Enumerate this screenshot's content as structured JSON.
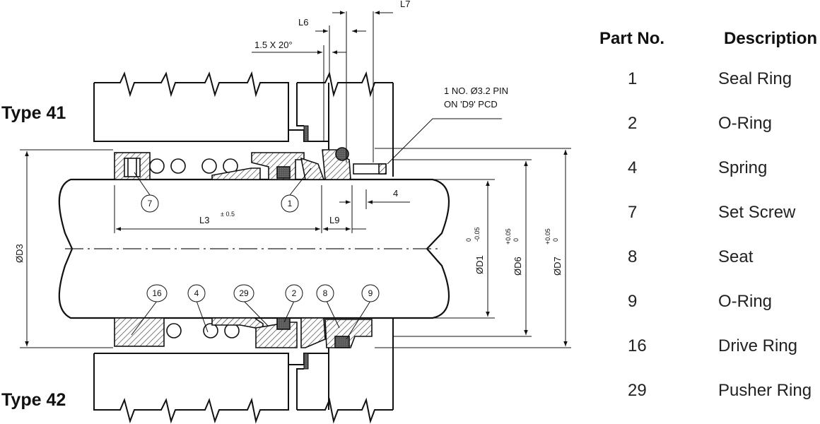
{
  "diagram": {
    "type_labels": {
      "top": "Type 41",
      "bottom": "Type 42"
    },
    "dimensions": {
      "L7": "L7",
      "L6": "L6",
      "chamfer": "1.5 X 20°",
      "pin_note_line1": "1 NO. Ø3.2 PIN",
      "pin_note_line2": "ON 'D9' PCD",
      "four": "4",
      "L3": "L3",
      "L3_tol": "± 0.5",
      "L9": "L9",
      "D3": "ØD3",
      "D1": "ØD1",
      "D1_tol_upper": "0",
      "D1_tol_lower": "-0.05",
      "D6": "ØD6",
      "D6_tol_upper": "+0.05",
      "D6_tol_lower": "0",
      "D7": "ØD7",
      "D7_tol_upper": "+0.05",
      "D7_tol_lower": "0"
    },
    "callouts_top": [
      "7",
      "1"
    ],
    "callouts_bottom": [
      "16",
      "4",
      "29",
      "2",
      "8",
      "9"
    ]
  },
  "parts_table": {
    "header_no": "Part No.",
    "header_desc": "Description",
    "rows": [
      {
        "no": "1",
        "desc": "Seal Ring"
      },
      {
        "no": "2",
        "desc": "O-Ring"
      },
      {
        "no": "4",
        "desc": "Spring"
      },
      {
        "no": "7",
        "desc": "Set Screw"
      },
      {
        "no": "8",
        "desc": "Seat"
      },
      {
        "no": "9",
        "desc": "O-Ring"
      },
      {
        "no": "16",
        "desc": "Drive Ring"
      },
      {
        "no": "29",
        "desc": "Pusher Ring"
      }
    ]
  }
}
